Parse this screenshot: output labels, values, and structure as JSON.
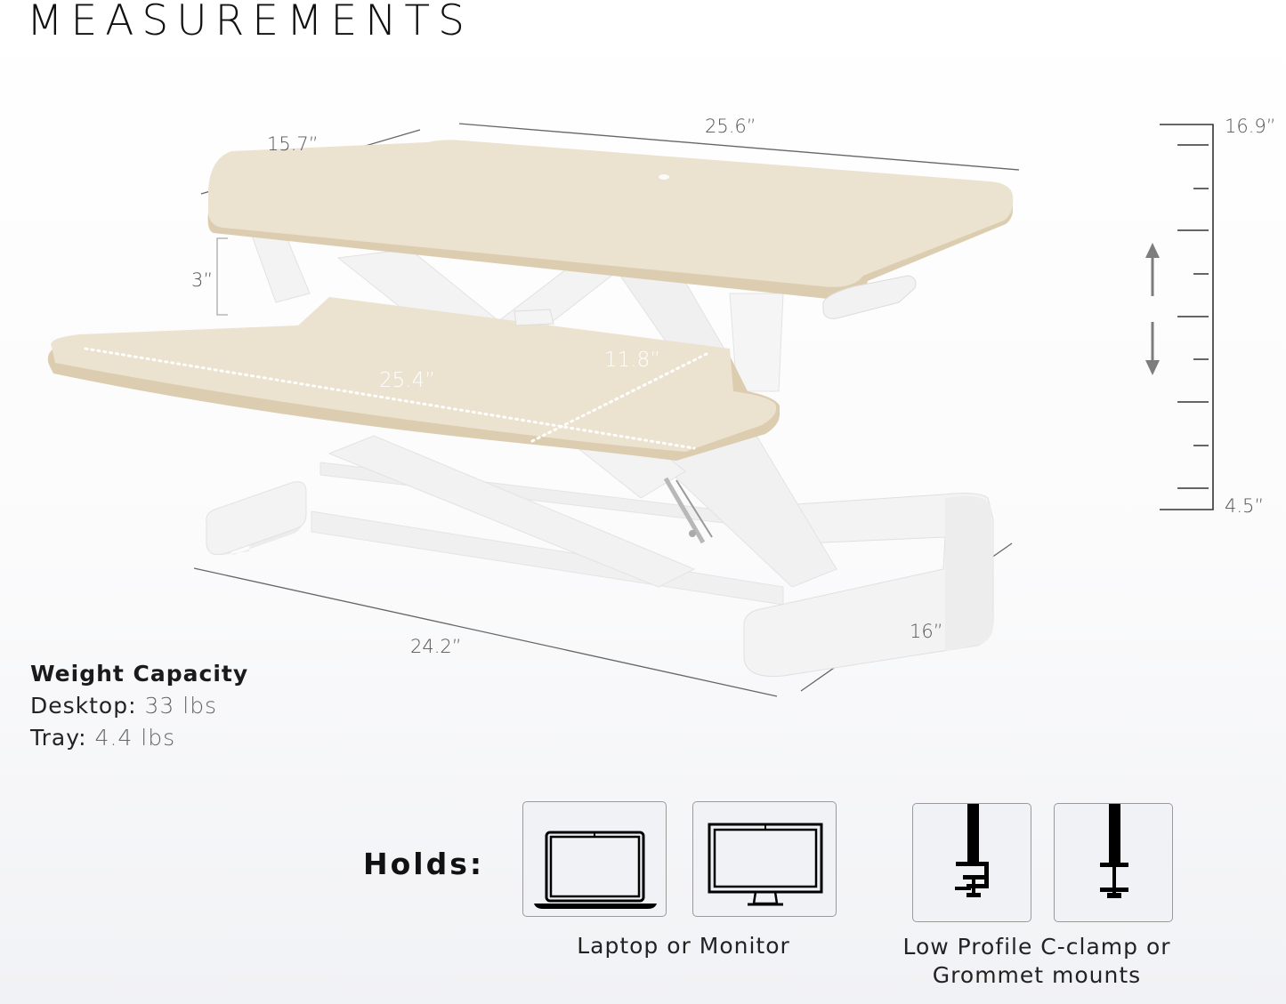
{
  "title": "MEASUREMENTS",
  "dimensions": {
    "top_depth": "15.7”",
    "top_width": "25.6”",
    "gap_height": "3”",
    "tray_width": "25.4”",
    "tray_depth": "11.8”",
    "base_width": "24.2”",
    "base_depth": "16”"
  },
  "height_scale": {
    "max": "16.9”",
    "min": "4.5”",
    "icon": "up-down-arrows-icon"
  },
  "weight_capacity": {
    "heading": "Weight Capacity",
    "desktop_label": "Desktop:",
    "desktop_value": "33 lbs",
    "tray_label": "Tray:",
    "tray_value": "4.4 lbs"
  },
  "holds": {
    "label": "Holds:",
    "devices": {
      "icons": [
        "laptop-icon",
        "monitor-icon"
      ],
      "caption": "Laptop or Monitor"
    },
    "mounts": {
      "icons": [
        "c-clamp-icon",
        "grommet-mount-icon"
      ],
      "caption_line1": "Low Profile C-clamp or",
      "caption_line2": "Grommet mounts"
    }
  },
  "colors": {
    "wood": "#e9dfcb",
    "wood_edge": "#dccdb0",
    "frame": "#f4f4f4",
    "text": "#111111",
    "dim_text": "#555555"
  }
}
